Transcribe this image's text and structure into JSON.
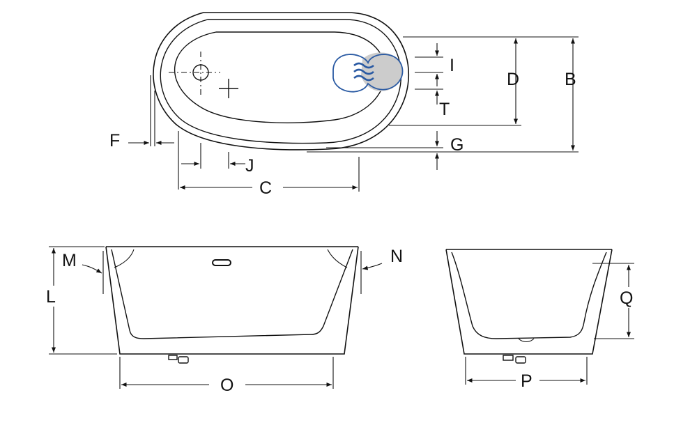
{
  "labels": {
    "B": "B",
    "C": "C",
    "D": "D",
    "F": "F",
    "G": "G",
    "I": "I",
    "J": "J",
    "L": "L",
    "M": "M",
    "N": "N",
    "O": "O",
    "P": "P",
    "Q": "Q",
    "T": "T"
  },
  "colors": {
    "line": "#111111",
    "whirl": "#2a5aa3",
    "whirl_fill": "#cccccc"
  }
}
